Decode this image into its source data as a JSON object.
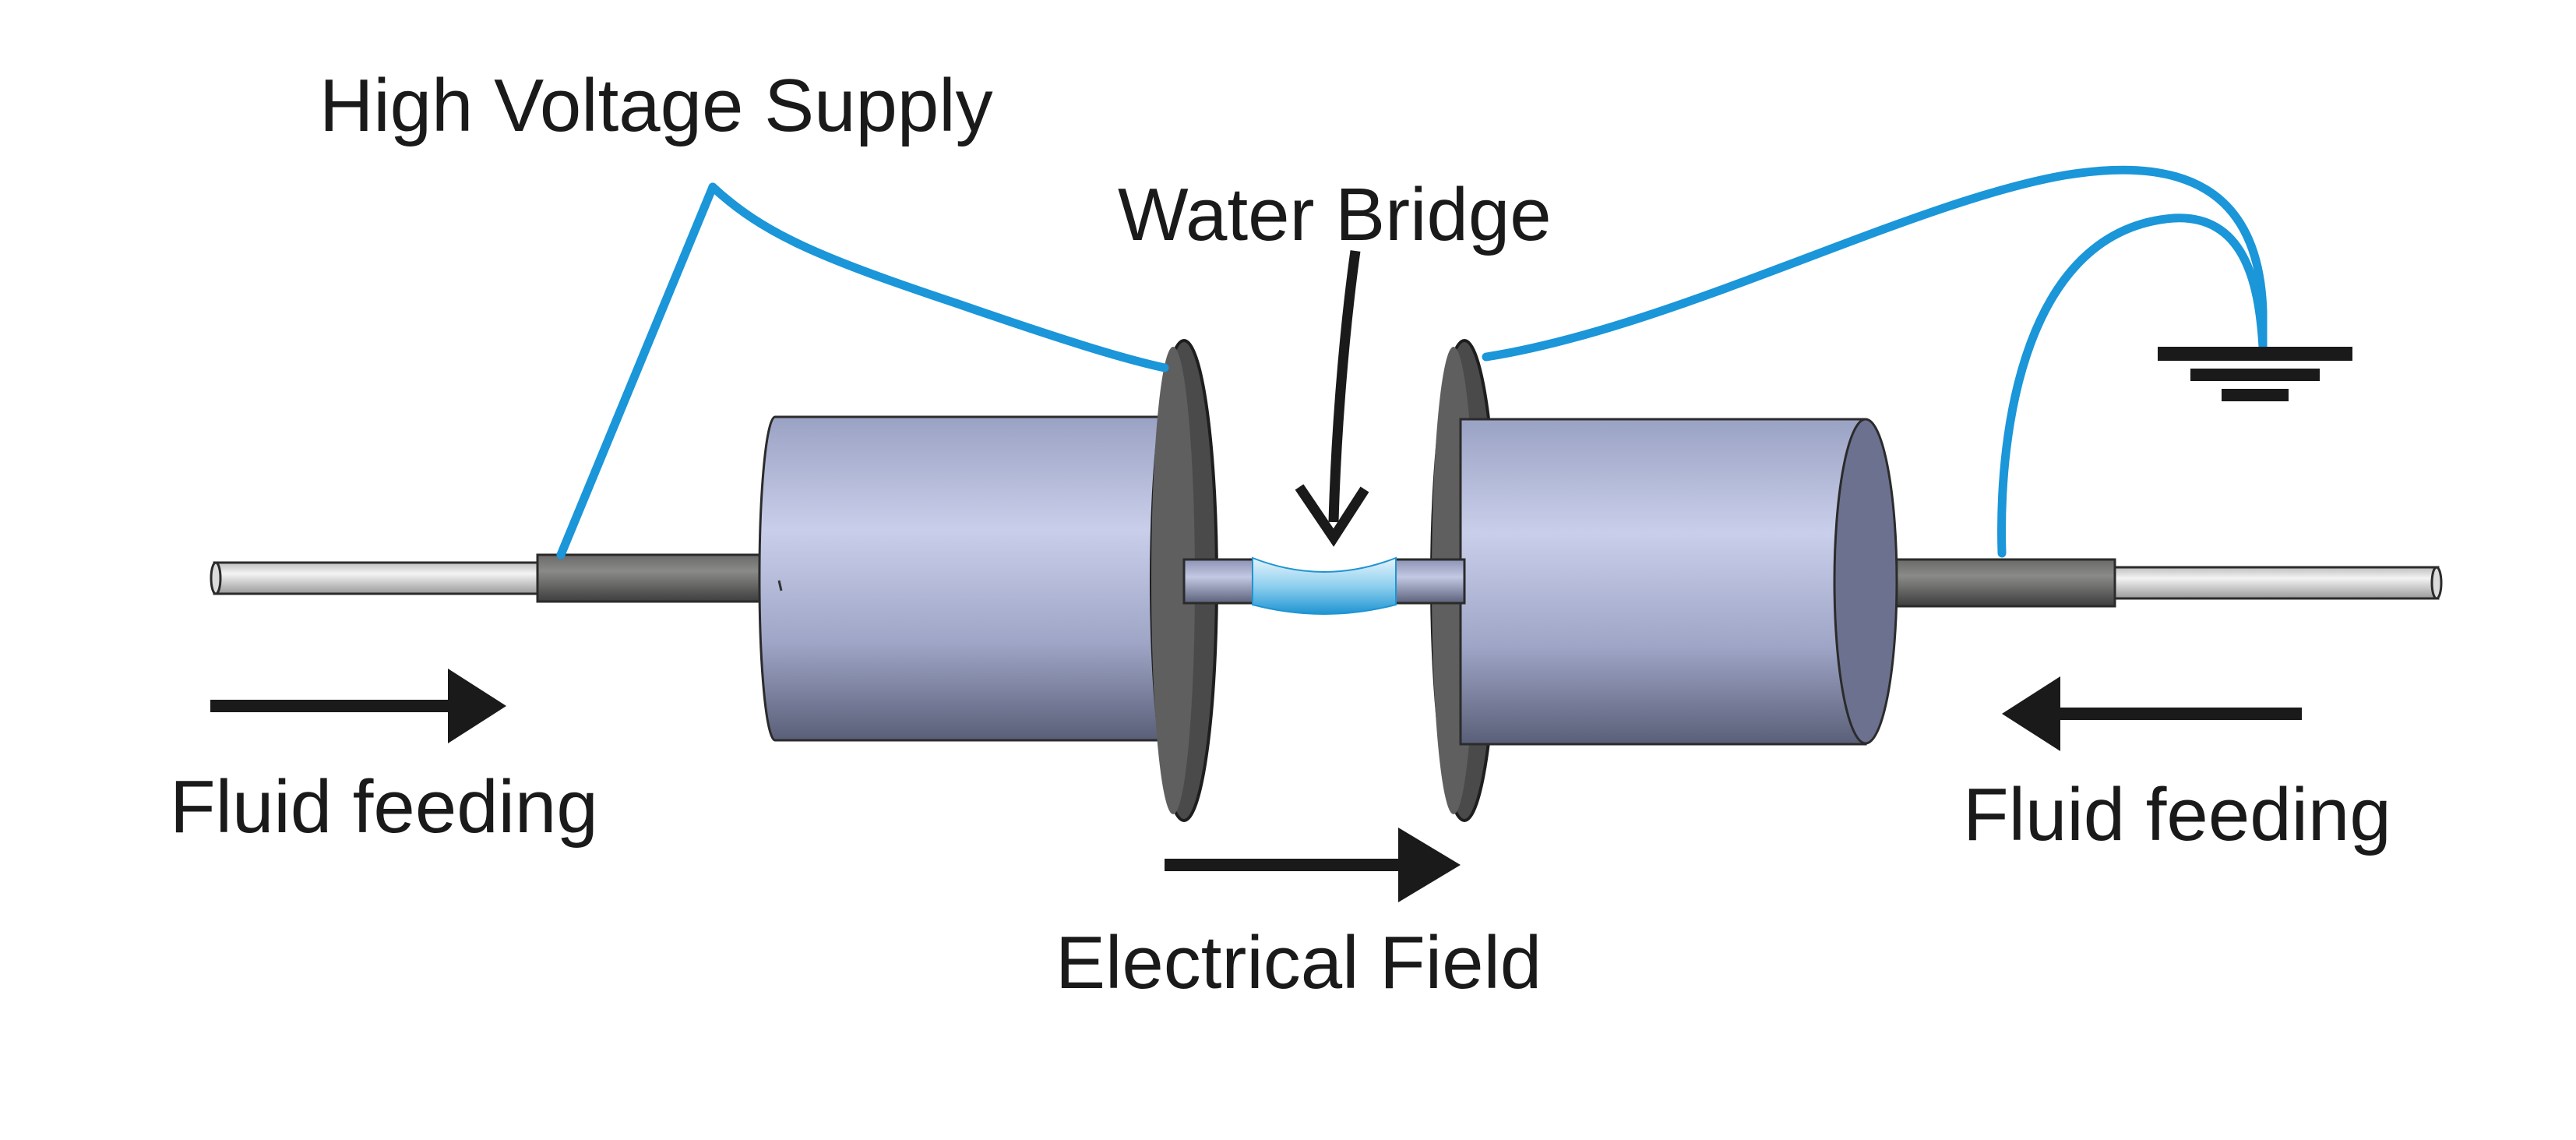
{
  "labels": {
    "high_voltage_supply": "High Voltage Supply",
    "water_bridge": "Water Bridge",
    "fluid_feeding_left": "Fluid feeding",
    "fluid_feeding_right": "Fluid feeding",
    "electrical_field": "Electrical Field"
  },
  "colors": {
    "wire": "#1a96d9",
    "arrow": "#1a1a1a",
    "cylinder_light": "#c7cde8",
    "cylinder_dark": "#555a73",
    "disc": "#4a4a4a",
    "water": "#7cc7ec",
    "tube_light": "#e8e8e8",
    "tube_dark": "#5a5a5a"
  },
  "icons": {
    "ground": "ground-symbol-icon"
  }
}
